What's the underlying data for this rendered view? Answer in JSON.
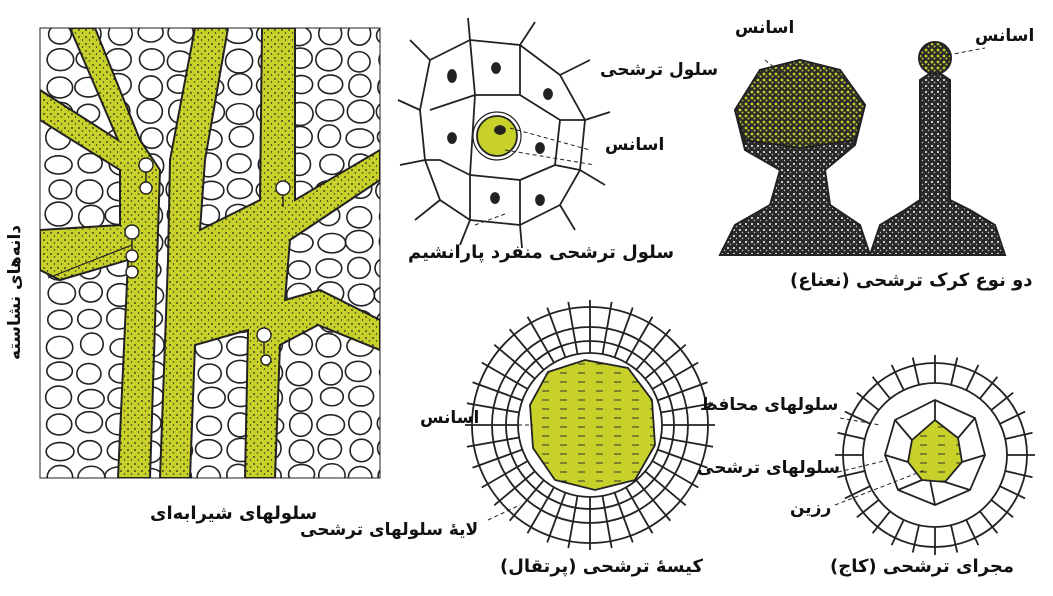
{
  "colors": {
    "secretion": "#c8d12a",
    "ink": "#111111",
    "paper": "#ffffff"
  },
  "laticifers": {
    "caption": "سلولهای شیرابه‌ای",
    "side_label": "دانه‌های نشاسته"
  },
  "single_cell": {
    "caption": "سلول ترشحی منفرد پارانشیم",
    "cell_label": "سلول ترشحی",
    "oil_label": "اسانس"
  },
  "trichomes": {
    "caption": "دو نوع کرک ترشحی (نعناع)",
    "oil_label_left": "اسانس",
    "oil_label_right": "اسانس"
  },
  "cavity": {
    "caption": "کیسهٔ ترشحی (پرتقال)",
    "oil_label": "اسانس",
    "layer_label": "لایهٔ سلولهای ترشحی"
  },
  "duct": {
    "caption": "مجرای ترشحی (کاج)",
    "guard_label": "سلولهای محافظ",
    "secretory_label": "سلولهای ترشحی",
    "resin_label": "رزین"
  }
}
